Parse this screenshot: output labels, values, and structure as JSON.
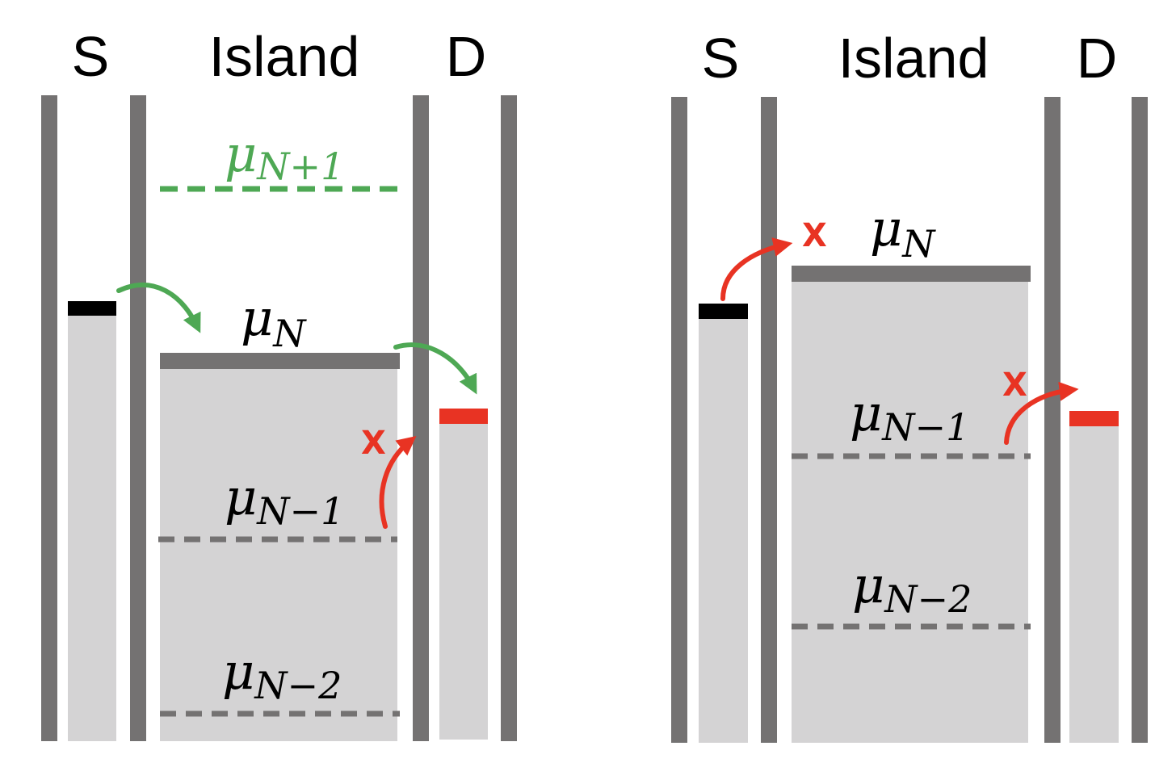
{
  "colors": {
    "barrier": "#747272",
    "filled": "#d4d3d4",
    "allowed": "#4ea854",
    "blocked": "#e83323",
    "source_level": "#000000",
    "drain_level": "#e83323"
  },
  "panel_left": {
    "headers": {
      "source": "S",
      "island": "Island",
      "drain": "D"
    },
    "levels": {
      "mu_n_plus_1": {
        "base": "μ",
        "sub": "N+1"
      },
      "mu_n": {
        "base": "μ",
        "sub": "N"
      },
      "mu_n_minus_1": {
        "base": "μ",
        "sub": "N−1"
      },
      "mu_n_minus_2": {
        "base": "μ",
        "sub": "N−2"
      }
    },
    "blocked_mark": "X"
  },
  "panel_right": {
    "headers": {
      "source": "S",
      "island": "Island",
      "drain": "D"
    },
    "levels": {
      "mu_n": {
        "base": "μ",
        "sub": "N"
      },
      "mu_n_minus_1": {
        "base": "μ",
        "sub": "N−1"
      },
      "mu_n_minus_2": {
        "base": "μ",
        "sub": "N−2"
      }
    },
    "blocked_mark_source": "X",
    "blocked_mark_drain": "X"
  }
}
